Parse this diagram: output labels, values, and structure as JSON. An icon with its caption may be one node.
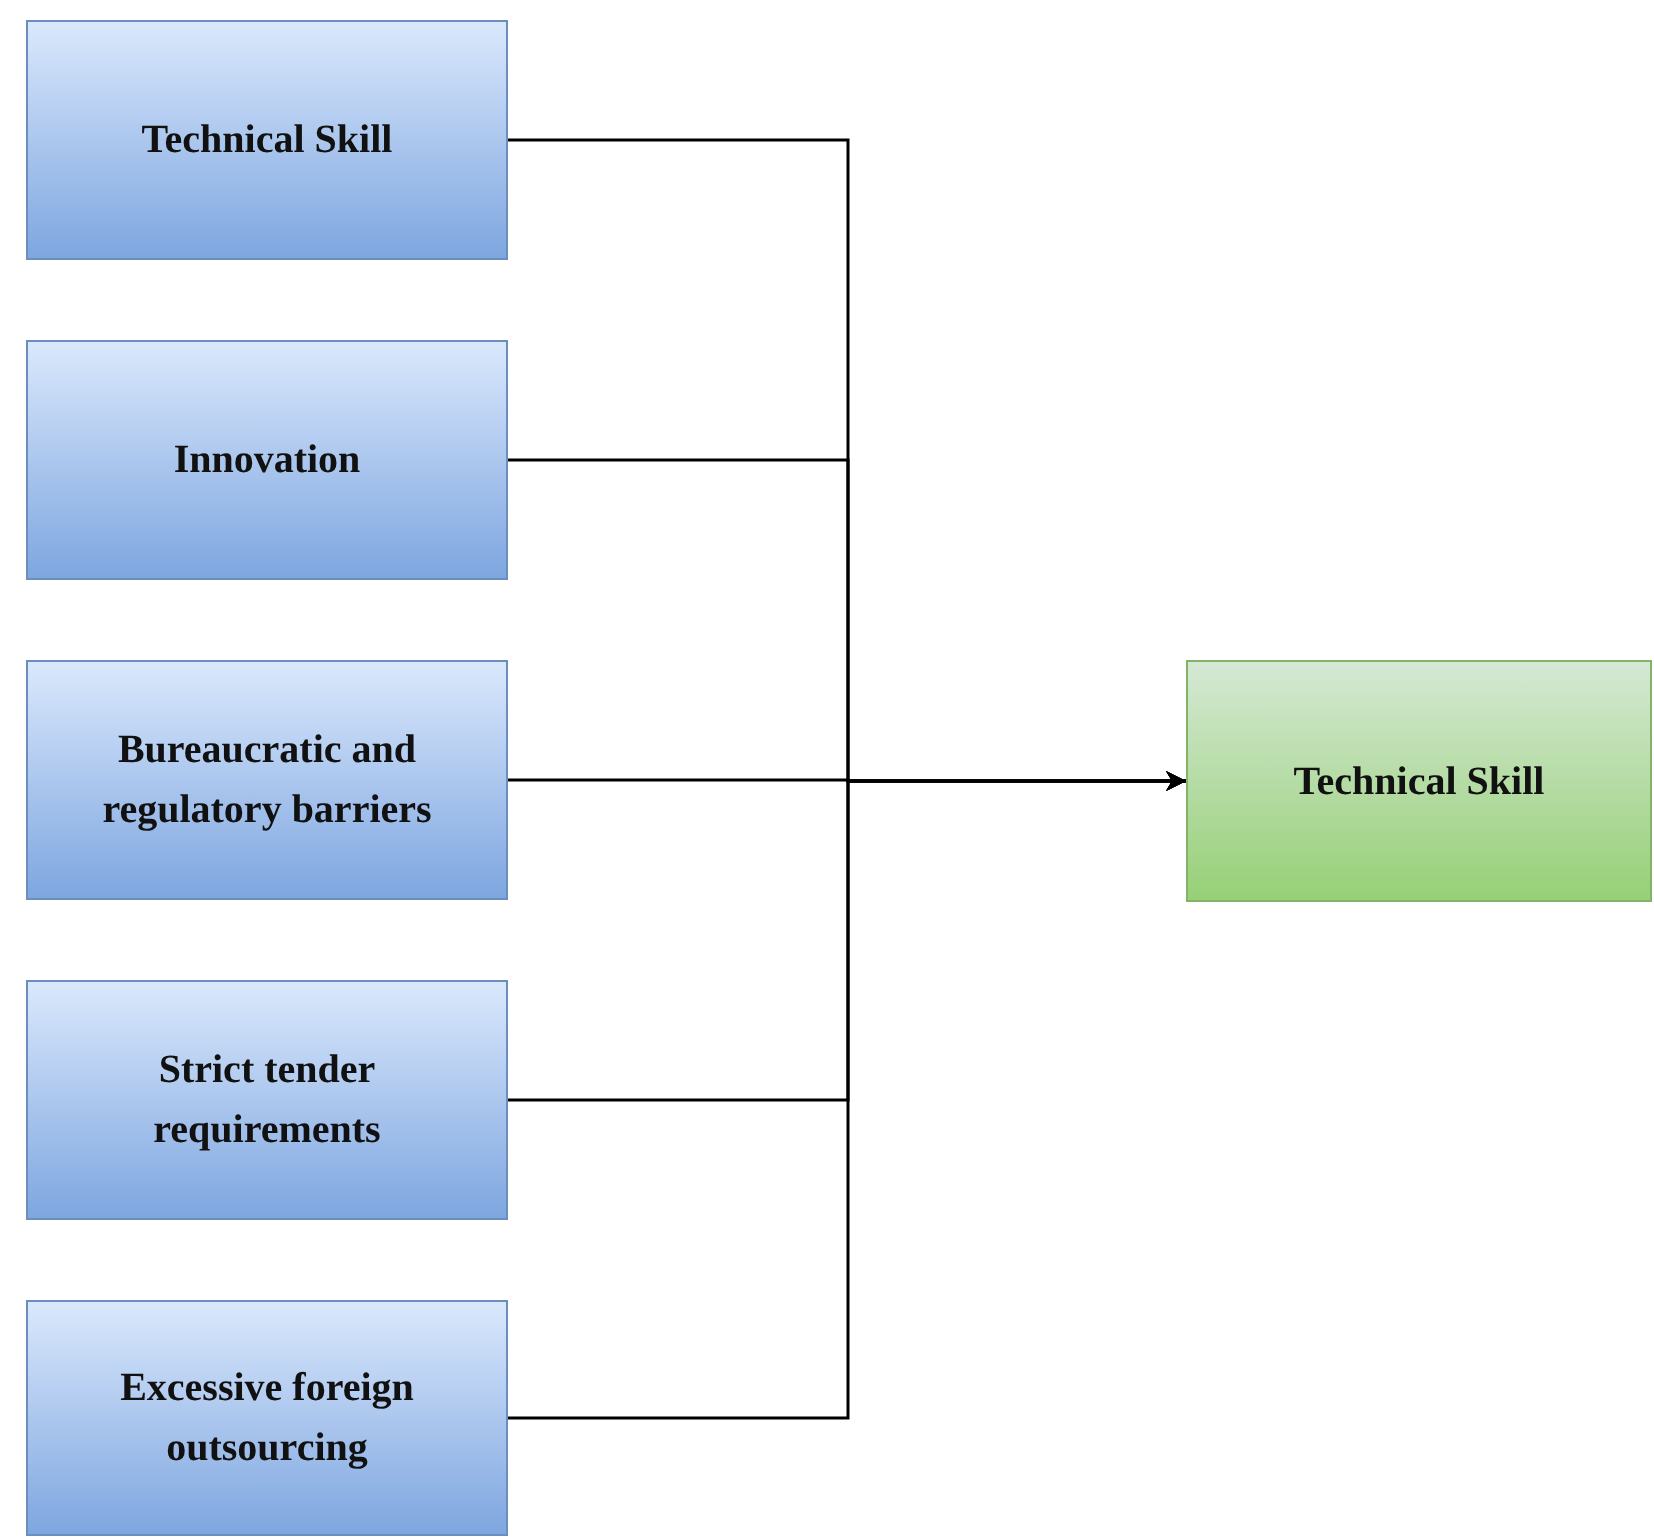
{
  "diagram": {
    "nodes": [
      {
        "text": [
          "Technical Skill"
        ]
      },
      {
        "text": [
          "Innovation"
        ]
      },
      {
        "text": [
          "Bureaucratic and regulatory barriers"
        ]
      },
      {
        "text": [
          "Strict tender requirements"
        ]
      },
      {
        "text": [
          "Excessive foreign outsourcing"
        ]
      },
      {
        "text": [
          "Technical Skill"
        ]
      }
    ],
    "edges": [
      {
        "from": 0,
        "to": 5,
        "arrow": "to"
      },
      {
        "from": 1,
        "to": 5,
        "arrow": "to"
      },
      {
        "from": 2,
        "to": 5,
        "arrow": "to"
      },
      {
        "from": 3,
        "to": 5,
        "arrow": "to"
      },
      {
        "from": 4,
        "to": 5,
        "arrow": "to"
      }
    ]
  }
}
